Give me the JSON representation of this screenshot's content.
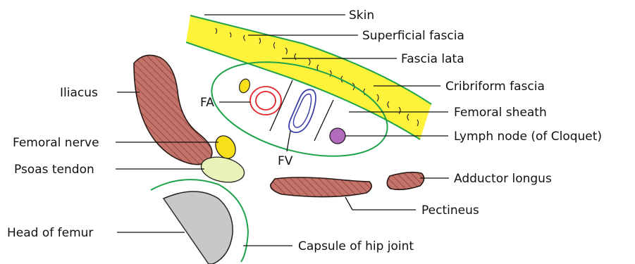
{
  "labels": {
    "skin": "Skin",
    "superficial_fascia": "Superficial fascia",
    "fascia_lata": "Fascia lata",
    "cribriform_fascia": "Cribriform fascia",
    "femoral_sheath": "Femoral sheath",
    "lymph_node": "Lymph node (of Cloquet)",
    "adductor_longus": "Adductor longus",
    "pectineus": "Pectineus",
    "capsule": "Capsule of hip joint",
    "head_of_femur": "Head of femur",
    "psoas_tendon": "Psoas tendon",
    "femoral_nerve": "Femoral nerve",
    "iliacus": "Iliacus",
    "fa": "FA",
    "fv": "FV"
  },
  "colors": {
    "muscle": "#c4736a",
    "muscle_stroke": "#2a1a16",
    "fascia_fill": "#fff23b",
    "fascia_edge": "#1fa34a",
    "sheath": "#1fa34a",
    "artery": "#e0262b",
    "vein": "#3b3fa8",
    "lymph": "#b26bbd",
    "nerve": "#f7e01a",
    "tendon": "#e9f2b8",
    "bone": "#c8c8c8"
  }
}
